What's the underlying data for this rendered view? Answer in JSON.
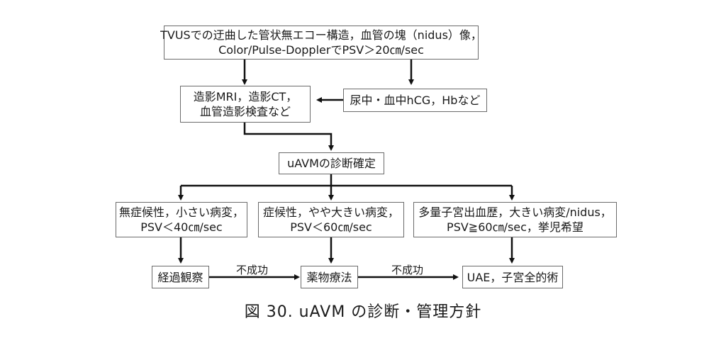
{
  "diagram": {
    "type": "flowchart",
    "nodes": {
      "imaging": {
        "lines": [
          "TVUSでの迂曲した管状無エコー構造，血管の塊（nidus）像，",
          "Color/Pulse-DopplerでPSV＞20㎝/sec"
        ]
      },
      "ct_mri": {
        "lines": [
          "造影MRI，造影CT，",
          "血管造影検査など"
        ]
      },
      "lab": {
        "lines": [
          "尿中・血中hCG，Hbなど"
        ]
      },
      "diagnosis": {
        "lines": [
          "uAVMの診断確定"
        ]
      },
      "asymptomatic": {
        "lines": [
          "無症候性，小さい病変，",
          "PSV＜40㎝/sec"
        ]
      },
      "symptomatic": {
        "lines": [
          "症候性，やや大きい病変，",
          "PSV＜60㎝/sec"
        ]
      },
      "severe": {
        "lines": [
          "多量子宮出血歴，大きい病変/nidus，",
          "PSV≧60㎝/sec，挙児希望"
        ]
      },
      "observation": {
        "lines": [
          "経過観察"
        ]
      },
      "medication": {
        "lines": [
          "薬物療法"
        ]
      },
      "surgery": {
        "lines": [
          "UAE，子宮全的術"
        ]
      }
    },
    "edges": [
      {
        "from": "imaging",
        "to": "ct_mri"
      },
      {
        "from": "imaging",
        "to": "lab"
      },
      {
        "from": "lab",
        "to": "ct_mri"
      },
      {
        "from": "ct_mri",
        "to": "diagnosis"
      },
      {
        "from": "diagnosis",
        "to": "asymptomatic"
      },
      {
        "from": "diagnosis",
        "to": "symptomatic"
      },
      {
        "from": "diagnosis",
        "to": "severe"
      },
      {
        "from": "asymptomatic",
        "to": "observation"
      },
      {
        "from": "symptomatic",
        "to": "medication"
      },
      {
        "from": "severe",
        "to": "surgery"
      },
      {
        "from": "observation",
        "to": "medication",
        "label": "不成功"
      },
      {
        "from": "medication",
        "to": "surgery",
        "label": "不成功"
      }
    ],
    "caption": "図 30.  uAVM の診断・管理方針"
  }
}
